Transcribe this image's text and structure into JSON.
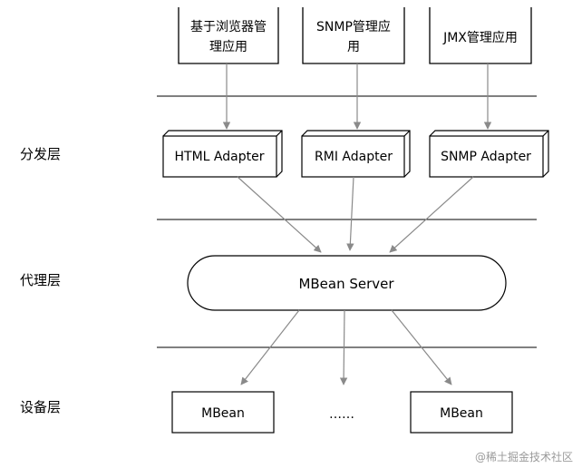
{
  "apps": [
    {
      "id": "app-browser",
      "lines": [
        "基于浏览器管",
        "理应用"
      ]
    },
    {
      "id": "app-snmp",
      "lines": [
        "SNMP管理应",
        "用"
      ]
    },
    {
      "id": "app-jmx",
      "lines": [
        "JMX管理应用"
      ]
    }
  ],
  "layers": {
    "distribution": "分发层",
    "agent": "代理层",
    "device": "设备层"
  },
  "adapters": [
    "HTML Adapter",
    "RMI Adapter",
    "SNMP Adapter"
  ],
  "server": "MBean Server",
  "mbeans": [
    "MBean",
    "……",
    "MBean"
  ],
  "watermark": "@稀土掘金技术社区"
}
